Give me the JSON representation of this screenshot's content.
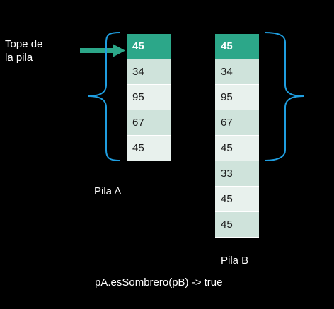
{
  "top_label": [
    "Tope de",
    "la pila"
  ],
  "stack_a": {
    "label": "Pila A",
    "items": [
      "45",
      "34",
      "95",
      "67",
      "45"
    ]
  },
  "stack_b": {
    "label": "Pila B",
    "items": [
      "45",
      "34",
      "95",
      "67",
      "45",
      "33",
      "45",
      "45"
    ]
  },
  "expression": "pA.esSombrero(pB) -> true",
  "colors": {
    "background": "#000000",
    "top_cell": "#2ca789",
    "cell_dark": "#cfe3db",
    "cell_light": "#e8f1ed",
    "arrow": "#2ca789",
    "bracket": "#1f9ee0"
  }
}
